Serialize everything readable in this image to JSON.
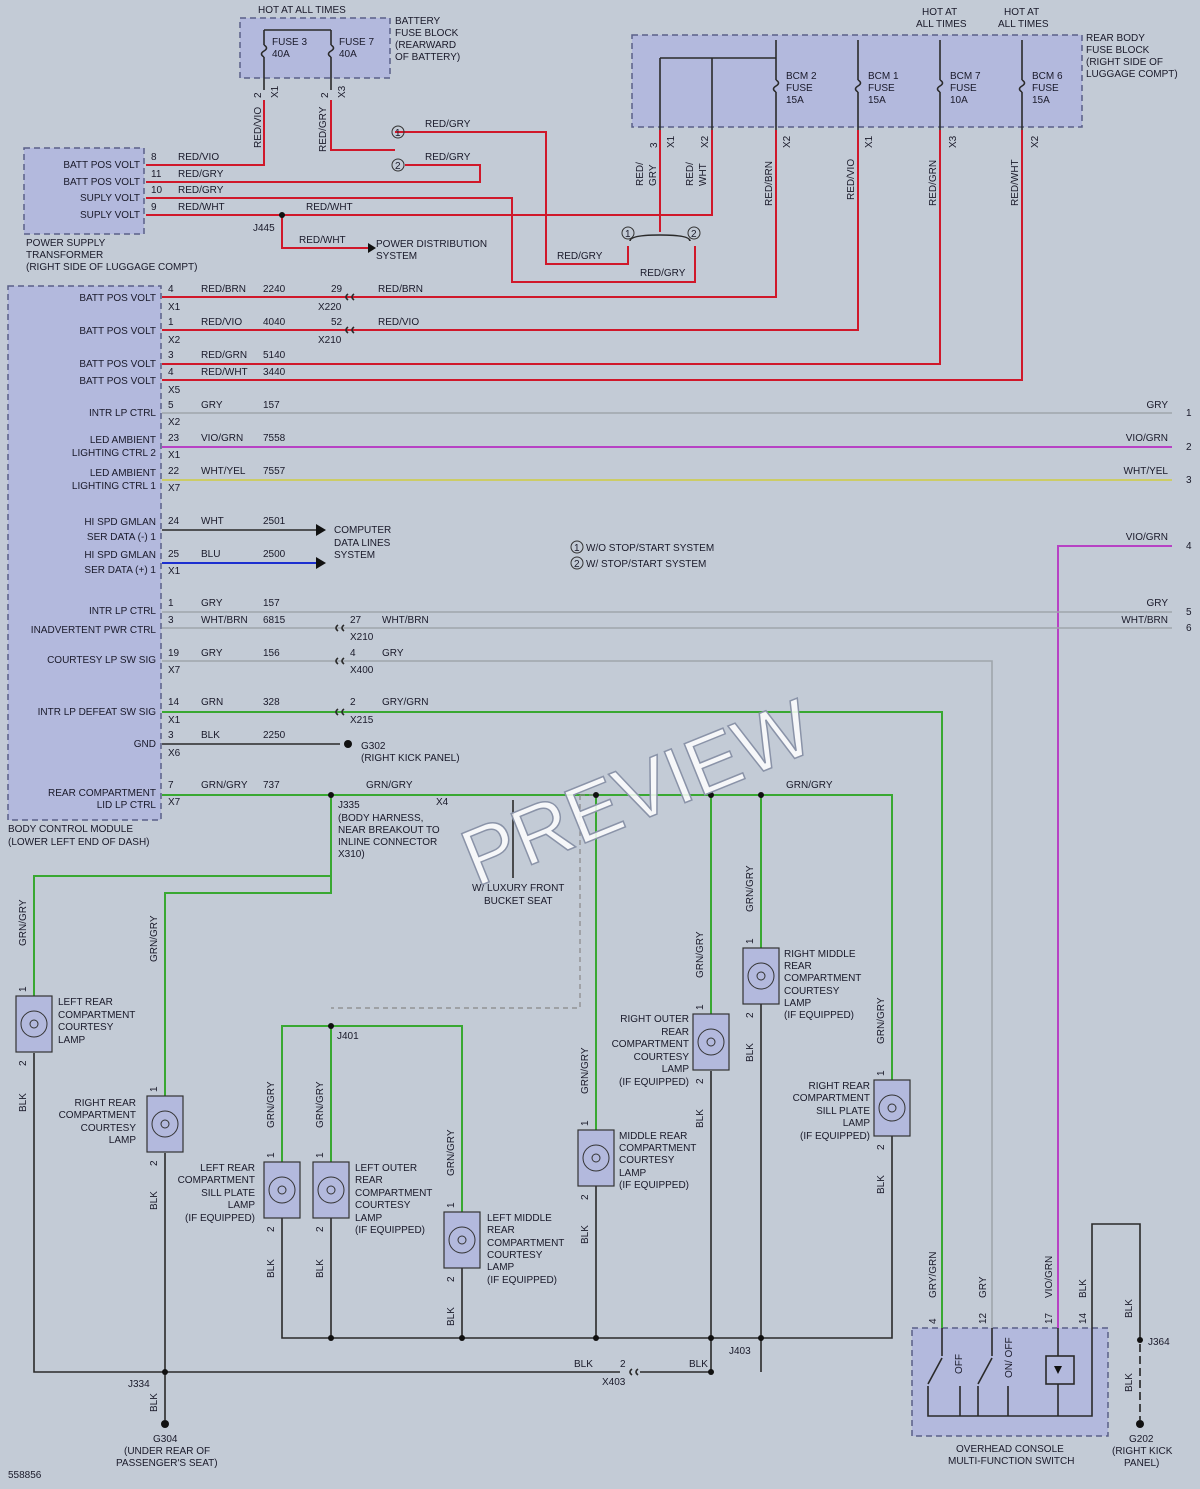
{
  "top": {
    "hot_battery": "HOT AT ALL TIMES",
    "battery_block": [
      "BATTERY",
      "FUSE BLOCK",
      "(REARWARD",
      "OF BATTERY)"
    ],
    "fuse3": [
      "FUSE 3",
      "40A"
    ],
    "fuse7": [
      "FUSE 7",
      "40A"
    ],
    "hot_rear1": [
      "HOT AT",
      "ALL TIMES"
    ],
    "hot_rear2": [
      "HOT AT",
      "ALL TIMES"
    ],
    "rear_block": [
      "REAR BODY",
      "FUSE BLOCK",
      "(RIGHT SIDE OF",
      "LUGGAGE COMPT)"
    ],
    "bcm2": [
      "BCM 2",
      "FUSE",
      "15A"
    ],
    "bcm1": [
      "BCM 1",
      "FUSE",
      "15A"
    ],
    "bcm7": [
      "BCM 7",
      "FUSE",
      "10A"
    ],
    "bcm6": [
      "BCM 6",
      "FUSE",
      "15A"
    ]
  },
  "pst": {
    "labels": [
      "BATT POS VOLT",
      "BATT POS VOLT",
      "SUPLY VOLT",
      "SUPLY VOLT"
    ],
    "pins": [
      "8",
      "11",
      "10",
      "9"
    ],
    "wires": [
      "RED/VIO",
      "RED/GRY",
      "RED/GRY",
      "RED/WHT"
    ],
    "name": [
      "POWER SUPPLY",
      "TRANSFORMER",
      "(RIGHT SIDE OF LUGGAGE COMPT)"
    ]
  },
  "misc": {
    "red_vio": "RED/VIO",
    "red_gry": "RED/GRY",
    "red_wht": "RED/WHT",
    "red_brn": "RED/BRN",
    "red_grn": "RED/GRN",
    "j445": "J445",
    "power_dist": [
      "POWER DISTRIBUTION",
      "SYSTEM"
    ],
    "x1": "X1",
    "x2": "X2",
    "x3": "X3",
    "one": "1",
    "two": "2",
    "red_slash_gry": [
      "RED/",
      "GRY"
    ],
    "red_slash_wht": [
      "RED/",
      "WHT"
    ]
  },
  "bcm": {
    "rows": [
      {
        "label": "BATT POS VOLT",
        "pin": "4",
        "color": "RED/BRN",
        "circuit": "2240",
        "conn": "X1"
      },
      {
        "label": "BATT POS VOLT",
        "pin": "1",
        "color": "RED/VIO",
        "circuit": "4040",
        "conn": "X2"
      },
      {
        "label": "BATT POS VOLT",
        "pin": "3",
        "color": "RED/GRN",
        "circuit": "5140",
        "conn": ""
      },
      {
        "label": "BATT POS VOLT",
        "pin": "4",
        "color": "RED/WHT",
        "circuit": "3440",
        "conn": "X5"
      },
      {
        "label": "INTR LP CTRL",
        "pin": "5",
        "color": "GRY",
        "circuit": "157",
        "conn": "X2"
      },
      {
        "label": "LED AMBIENT",
        "label2": "LIGHTING CTRL 2",
        "pin": "23",
        "color": "VIO/GRN",
        "circuit": "7558",
        "conn": "X1"
      },
      {
        "label": "LED AMBIENT",
        "label2": "LIGHTING CTRL 1",
        "pin": "22",
        "color": "WHT/YEL",
        "circuit": "7557",
        "conn": "X7"
      },
      {
        "label": "HI SPD GMLAN",
        "label2": "SER DATA (-) 1",
        "pin": "24",
        "color": "WHT",
        "circuit": "2501",
        "conn": ""
      },
      {
        "label": "HI SPD GMLAN",
        "label2": "SER DATA (+) 1",
        "pin": "25",
        "color": "BLU",
        "circuit": "2500",
        "conn": "X1"
      },
      {
        "label": "INTR LP CTRL",
        "pin": "1",
        "color": "GRY",
        "circuit": "157",
        "conn": ""
      },
      {
        "label": "INADVERTENT PWR CTRL",
        "pin": "3",
        "color": "WHT/BRN",
        "circuit": "6815",
        "conn": ""
      },
      {
        "label": "COURTESY LP SW SIG",
        "pin": "19",
        "color": "GRY",
        "circuit": "156",
        "conn": "X7"
      },
      {
        "label": "INTR LP DEFEAT SW SIG",
        "pin": "14",
        "color": "GRN",
        "circuit": "328",
        "conn": "X1"
      },
      {
        "label": "GND",
        "pin": "3",
        "color": "BLK",
        "circuit": "2250",
        "conn": "X6"
      },
      {
        "label": "REAR COMPARTMENT",
        "label2": "LID LP CTRL",
        "pin": "7",
        "color": "GRN/GRY",
        "circuit": "737",
        "conn": "X7"
      }
    ],
    "name": [
      "BODY CONTROL MODULE",
      "(LOWER LEFT END OF DASH)"
    ]
  },
  "inline": {
    "x220": [
      "29",
      "X220",
      "RED/BRN"
    ],
    "x210a": [
      "52",
      "X210",
      "RED/VIO"
    ],
    "x210b": [
      "27",
      "X210",
      "WHT/BRN"
    ],
    "x400": [
      "4",
      "X400",
      "GRY"
    ],
    "x215": [
      "2",
      "X215",
      "GRY/GRN"
    ],
    "x4": [
      "X4"
    ]
  },
  "right_edge": [
    {
      "color": "GRY",
      "num": "1"
    },
    {
      "color": "VIO/GRN",
      "num": "2"
    },
    {
      "color": "WHT/YEL",
      "num": "3"
    },
    {
      "color": "VIO/GRN",
      "num": "4"
    },
    {
      "color": "GRY",
      "num": "5"
    },
    {
      "color": "WHT/BRN",
      "num": "6"
    }
  ],
  "data_lines": [
    "COMPUTER",
    "DATA LINES",
    "SYSTEM"
  ],
  "legend": [
    {
      "n": "1",
      "text": "W/O STOP/START SYSTEM"
    },
    {
      "n": "2",
      "text": "W/ STOP/START SYSTEM"
    }
  ],
  "g302": [
    "G302",
    "(RIGHT KICK PANEL)"
  ],
  "j335": [
    "J335",
    "(BODY HARNESS,",
    "NEAR BREAKOUT TO",
    "INLINE CONNECTOR",
    "X310)"
  ],
  "grn_gry": "GRN/GRY",
  "blk": "BLK",
  "luxury": [
    "W/ LUXURY FRONT",
    "BUCKET SEAT"
  ],
  "lamps": {
    "left_rear": [
      "LEFT REAR",
      "COMPARTMENT",
      "COURTESY",
      "LAMP"
    ],
    "right_rear": [
      "RIGHT REAR",
      "COMPARTMENT",
      "COURTESY",
      "LAMP"
    ],
    "left_sill": [
      "LEFT REAR",
      "COMPARTMENT",
      "SILL PLATE",
      "LAMP",
      "(IF EQUIPPED)"
    ],
    "left_outer": [
      "LEFT OUTER",
      "REAR",
      "COMPARTMENT",
      "COURTESY",
      "LAMP",
      "(IF EQUIPPED)"
    ],
    "left_middle": [
      "LEFT MIDDLE",
      "REAR",
      "COMPARTMENT",
      "COURTESY",
      "LAMP",
      "(IF EQUIPPED)"
    ],
    "middle_rear": [
      "MIDDLE REAR",
      "COMPARTMENT",
      "COURTESY",
      "LAMP",
      "(IF EQUIPPED)"
    ],
    "right_outer": [
      "RIGHT OUTER",
      "REAR",
      "COMPARTMENT",
      "COURTESY",
      "LAMP",
      "(IF EQUIPPED)"
    ],
    "right_middle": [
      "RIGHT MIDDLE",
      "REAR",
      "COMPARTMENT",
      "COURTESY",
      "LAMP",
      "(IF EQUIPPED)"
    ],
    "right_sill": [
      "RIGHT REAR",
      "COMPARTMENT",
      "SILL PLATE",
      "LAMP",
      "(IF EQUIPPED)"
    ]
  },
  "splices": {
    "j401": "J401",
    "j403": "J403",
    "j334": "J334",
    "j364": "J364",
    "x403": "X403"
  },
  "grounds": {
    "g304": [
      "G304",
      "(UNDER REAR OF",
      "PASSENGER'S SEAT)"
    ],
    "g202": [
      "G202",
      "(RIGHT KICK",
      "PANEL)"
    ]
  },
  "console": {
    "name": [
      "OVERHEAD CONSOLE",
      "MULTI-FUNCTION SWITCH"
    ],
    "pins": [
      "4",
      "12",
      "17",
      "14"
    ],
    "wires": [
      "GRY/GRN",
      "GRY",
      "VIO/GRN",
      "BLK"
    ],
    "off": "OFF",
    "onoff": "ON/ OFF"
  },
  "pin1": "1",
  "pin2": "2",
  "watermark": "PREVIEW",
  "figure_id": "558856"
}
